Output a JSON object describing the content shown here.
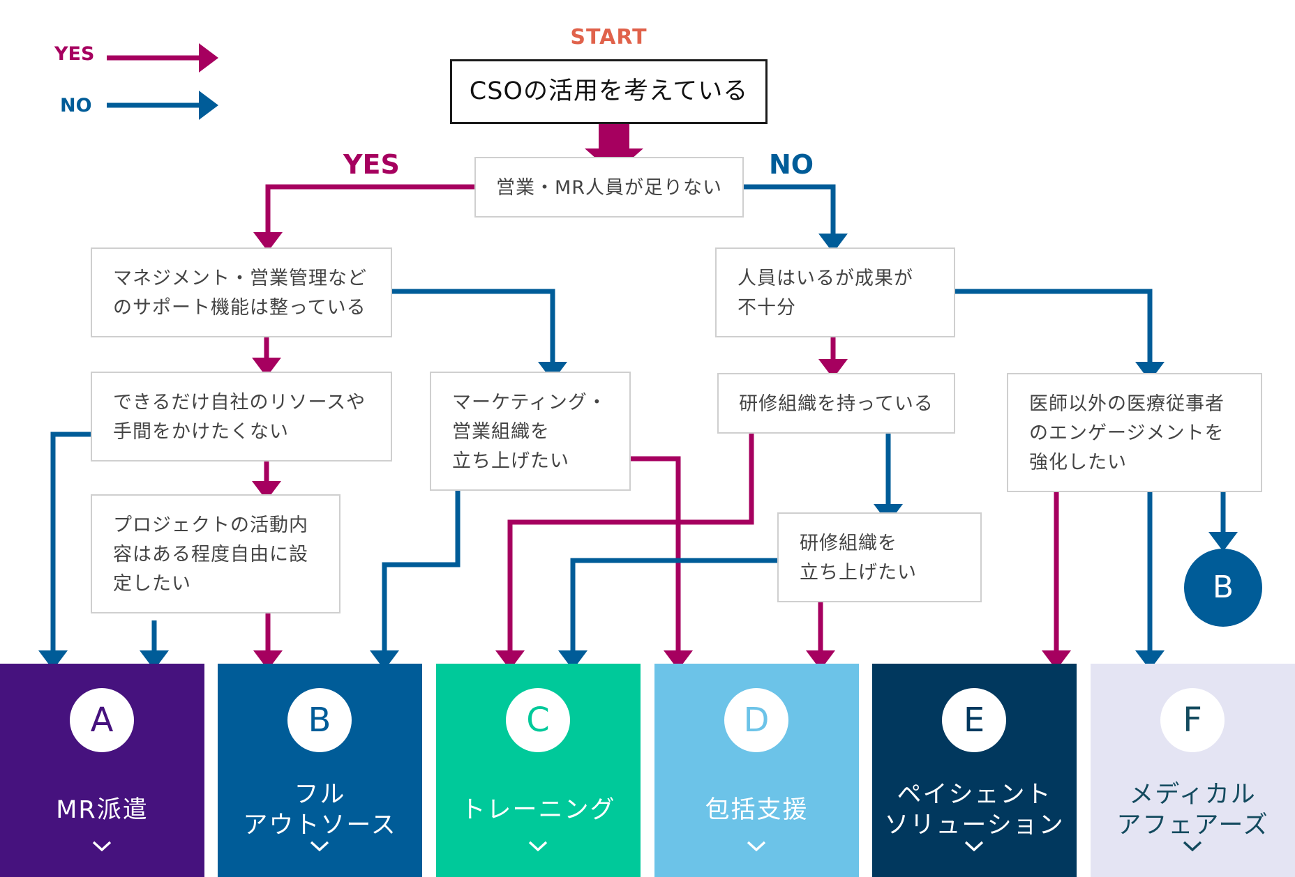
{
  "legend": {
    "yes": "YES",
    "no": "NO"
  },
  "colors": {
    "yes": "#a6005f",
    "no": "#005c98",
    "box_border": "#cfcfcf",
    "start_text": "#e0624b"
  },
  "start": {
    "label": "START",
    "text": "CSOの活用を考えている"
  },
  "branch_labels": {
    "yes": "YES",
    "no": "NO"
  },
  "questions": {
    "q1": "営業・MR人員が足りない",
    "q2": "マネジメント・営業管理など\nのサポート機能は整っている",
    "q3": "できるだけ自社のリソースや\n手間をかけたくない",
    "q4": "プロジェクトの活動内\n容はある程度自由に設\n定したい",
    "q5": "マーケティング・\n営業組織を\n立ち上げたい",
    "q6": "人員はいるが成果が\n不十分",
    "q7": "研修組織を持っている",
    "q8": "研修組織を\n立ち上げたい",
    "q9": "医師以外の医療従事者\nのエンゲージメントを\n強化したい"
  },
  "ref_circle": "B",
  "results": [
    {
      "letter": "A",
      "name": "MR派遣",
      "bg": "#46127e",
      "fg": "#ffffff",
      "letter_color": "#46127e"
    },
    {
      "letter": "B",
      "name": "フル\nアウトソース",
      "bg": "#005c98",
      "fg": "#ffffff",
      "letter_color": "#005c98"
    },
    {
      "letter": "C",
      "name": "トレーニング",
      "bg": "#00c99a",
      "fg": "#ffffff",
      "letter_color": "#00c99a"
    },
    {
      "letter": "D",
      "name": "包括支援",
      "bg": "#6cc3e8",
      "fg": "#ffffff",
      "letter_color": "#6cc3e8"
    },
    {
      "letter": "E",
      "name": "ペイシェント\nソリューション",
      "bg": "#01385e",
      "fg": "#ffffff",
      "letter_color": "#01385e"
    },
    {
      "letter": "F",
      "name": "メディカル\nアフェアーズ",
      "bg": "#e4e4f3",
      "fg": "#134a5e",
      "letter_color": "#134a5e"
    }
  ]
}
